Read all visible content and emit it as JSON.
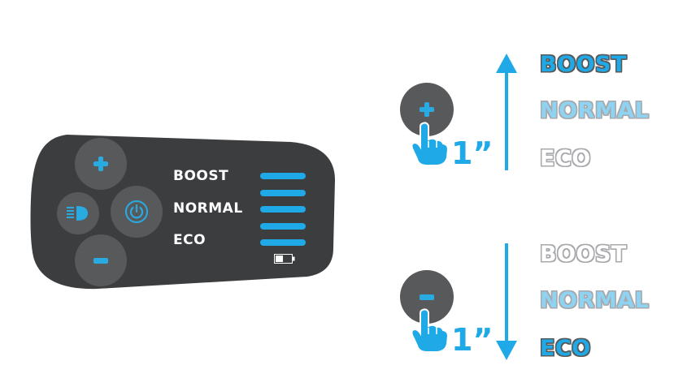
{
  "colors": {
    "panel": "#3c3d3f",
    "button": "#58595b",
    "accent": "#1fa9e6",
    "accent_light": "#8fd3f2",
    "outline_grey": "#a7a9ac",
    "text_white": "#ffffff"
  },
  "controller": {
    "buttons": {
      "plus": "plus-icon",
      "light": "headlight-icon",
      "power": "power-icon",
      "minus": "minus-icon"
    },
    "modes": [
      "BOOST",
      "NORMAL",
      "ECO"
    ],
    "level_bars": 5,
    "battery": "battery-icon"
  },
  "increase": {
    "button": "plus-icon",
    "hold_time": "1”",
    "direction": "up",
    "modes": [
      "BOOST",
      "NORMAL",
      "ECO"
    ],
    "highlighted": "BOOST"
  },
  "decrease": {
    "button": "minus-icon",
    "hold_time": "1”",
    "direction": "down",
    "modes": [
      "BOOST",
      "NORMAL",
      "ECO"
    ],
    "highlighted": "ECO"
  }
}
